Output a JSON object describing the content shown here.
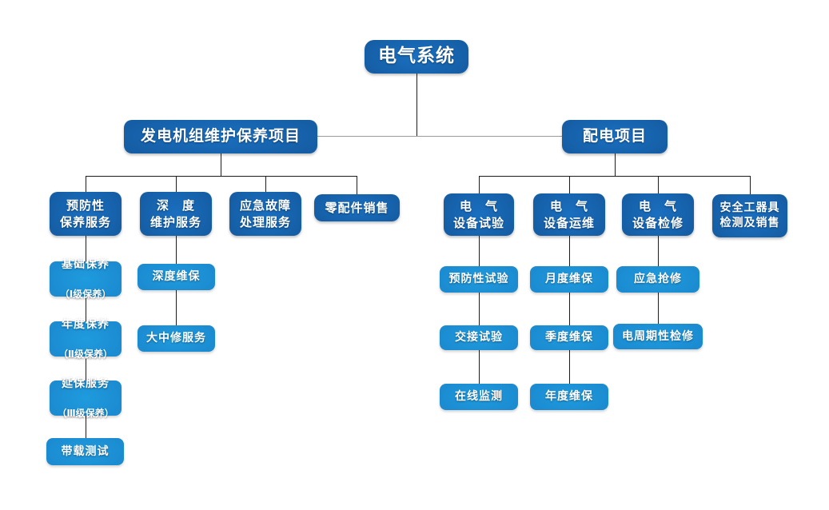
{
  "colors": {
    "node_dark_center": "#1a6fc0",
    "node_dark_edge": "#123d7b",
    "node_light_center": "#1f9bde",
    "node_light_edge": "#1373b6",
    "connector": "#1c1c1c",
    "top_connector": "#9a9a9a",
    "text": "#ffffff",
    "background": "#ffffff"
  },
  "diagram": {
    "root": {
      "label": "电气系统"
    },
    "generator_branch": {
      "title": "发电机组维护保养项目",
      "preventive": {
        "title": "预防性\n保养服务",
        "basic": {
          "line1": "基础保养",
          "line2": "（Ⅰ级保养）"
        },
        "annual": {
          "line1": "年度保养",
          "line2": "（Ⅱ级保养）"
        },
        "extended": {
          "line1": "延保服务",
          "line2": "（Ⅲ级保养）"
        },
        "load_test": {
          "label": "带载测试"
        }
      },
      "deep": {
        "title": "深　度\n维护服务",
        "deep_maintenance": {
          "label": "深度维保"
        },
        "overhaul_service": {
          "label": "大中修服务"
        }
      },
      "emergency": {
        "title": "应急故障\n处理服务"
      },
      "spare_parts": {
        "title": "零配件销售"
      }
    },
    "distribution_branch": {
      "title": "配电项目",
      "testing": {
        "title": "电　气\n设备试验",
        "preventive_test": {
          "label": "预防性试验"
        },
        "handover_test": {
          "label": "交接试验"
        },
        "online_monitoring": {
          "label": "在线监测"
        }
      },
      "operation": {
        "title": "电　气\n设备运维",
        "monthly": {
          "label": "月度维保"
        },
        "quarterly": {
          "label": "季度维保"
        },
        "yearly": {
          "label": "年度维保"
        }
      },
      "overhaul": {
        "title": "电　气\n设备检修",
        "emergency_repair": {
          "label": "应急抢修"
        },
        "periodic_overhaul": {
          "label": "电周期性检修"
        }
      },
      "safety_tools": {
        "title": "安全工器具\n检测及销售"
      }
    }
  }
}
